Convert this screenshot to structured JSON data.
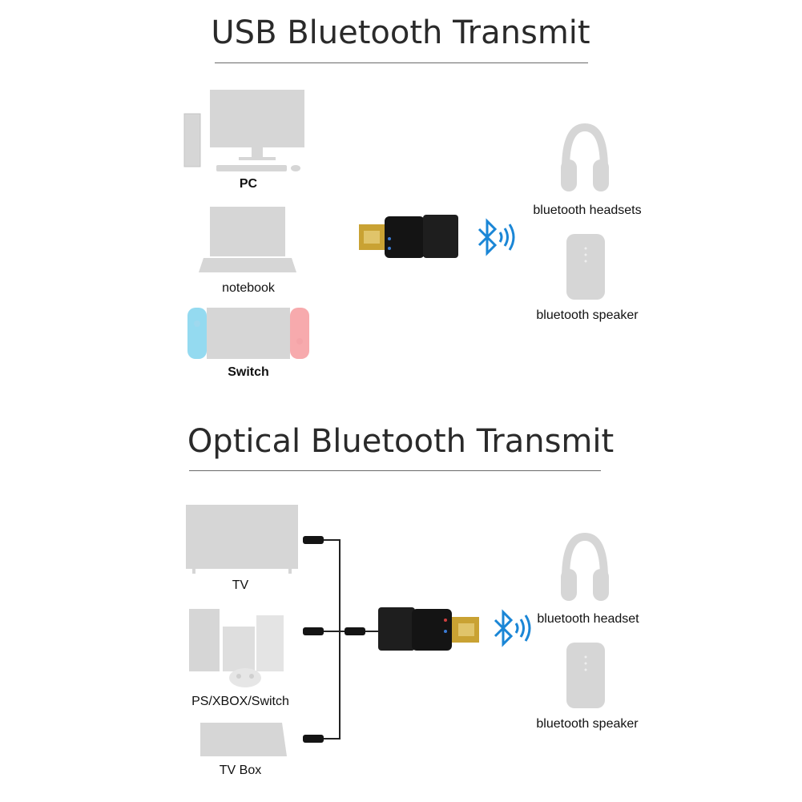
{
  "usb_section": {
    "title": "USB Bluetooth Transmit",
    "sources": [
      "PC",
      "notebook",
      "Switch"
    ],
    "outputs": [
      "bluetooth headsets",
      "bluetooth speaker"
    ]
  },
  "optical_section": {
    "title": "Optical Bluetooth Transmit",
    "sources": [
      "TV",
      "PS/XBOX/Switch",
      "TV Box"
    ],
    "outputs": [
      "bluetooth headset",
      "bluetooth speaker"
    ]
  },
  "colors": {
    "device_grey": "#d6d6d6",
    "bluetooth_blue": "#1a86d6",
    "dongle_black": "#141414",
    "usb_gold": "#c9a233",
    "switch_left": "#3dbbe4",
    "switch_right": "#f0646a"
  }
}
